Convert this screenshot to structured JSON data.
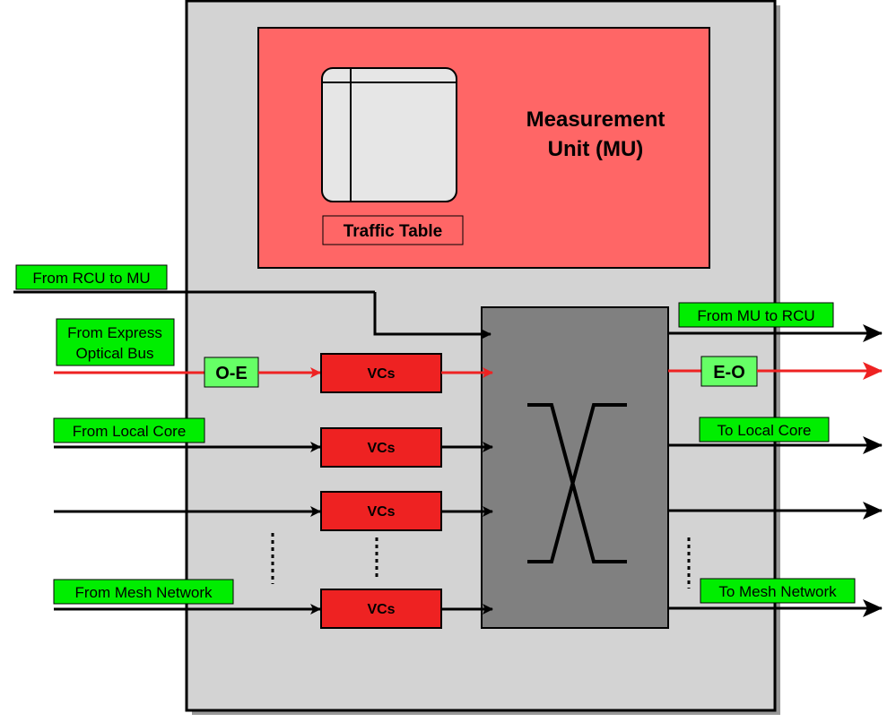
{
  "measurement_unit": {
    "title_line1": "Measurement",
    "title_line2": "Unit (MU)",
    "table_label": "Traffic Table"
  },
  "inputs": {
    "rcu_to_mu": "From RCU to MU",
    "express_line1": "From Express",
    "express_line2": "Optical Bus",
    "local_core": "From Local Core",
    "mesh_network": "From Mesh Network"
  },
  "outputs": {
    "mu_to_rcu": "From MU to RCU",
    "local_core": "To Local Core",
    "mesh_network": "To Mesh Network"
  },
  "converters": {
    "oe": "O-E",
    "eo": "E-O"
  },
  "vc_labels": [
    "VCs",
    "VCs",
    "VCs",
    "VCs"
  ],
  "colors": {
    "router_bg": "#d3d3d3",
    "mu_fill": "#ff6666",
    "label_green": "#00ee00",
    "converter_green": "#66ff66",
    "vc_red": "#ee2222",
    "crossbar_gray": "#808080",
    "optical_red": "#ee2222",
    "table_fill": "#e6e6e6"
  }
}
